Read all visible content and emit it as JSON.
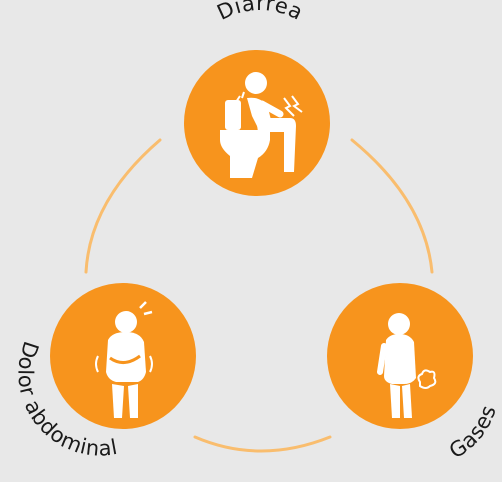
{
  "colors": {
    "background": "#e8e8e8",
    "circle": "#f7941d",
    "connector": "#f9bd6e",
    "icon": "#ffffff"
  },
  "nodes": [
    {
      "id": "diarrea",
      "label": "Diarrea",
      "icon": "person-on-toilet-icon"
    },
    {
      "id": "dolor",
      "label": "Dolor abdominal",
      "icon": "person-holding-stomach-icon"
    },
    {
      "id": "gases",
      "label": "Gases",
      "icon": "person-passing-gas-icon"
    }
  ]
}
